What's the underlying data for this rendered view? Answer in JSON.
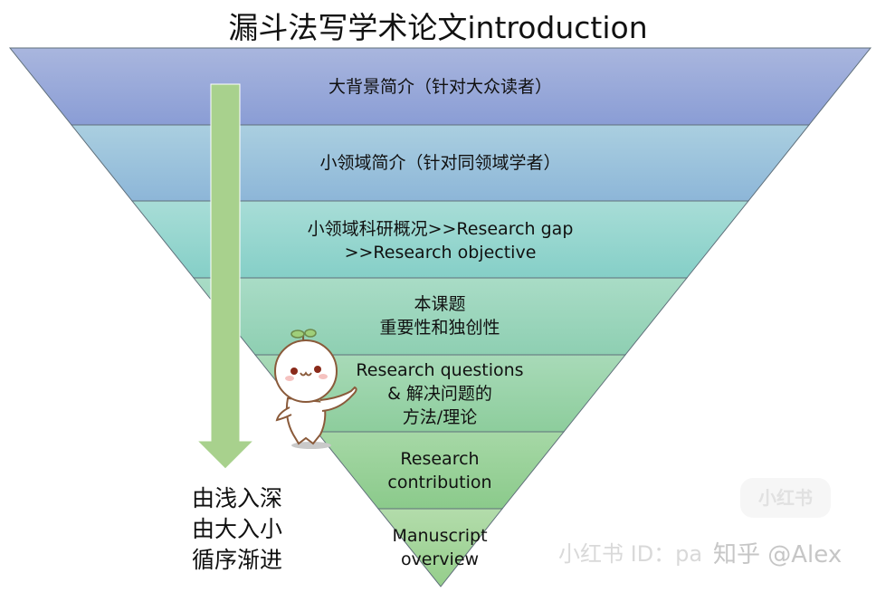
{
  "title": "漏斗法写学术论文introduction",
  "funnel": {
    "levels": [
      {
        "lines": [
          "大背景简介（针对大众读者）"
        ],
        "color_top": "#a7b4de",
        "color_bottom": "#8a9fd6"
      },
      {
        "lines": [
          "小领域简介（针对同领域学者）"
        ],
        "color_top": "#a9cde0",
        "color_bottom": "#8eb7d8"
      },
      {
        "lines": [
          "小领域科研概况>>Research gap",
          ">>Research objective"
        ],
        "color_top": "#a7dcd6",
        "color_bottom": "#86d0c8"
      },
      {
        "lines": [
          "本课题",
          "重要性和独创性"
        ],
        "color_top": "#a8dcc6",
        "color_bottom": "#8fd0b4"
      },
      {
        "lines": [
          "Research questions",
          "& 解决问题的",
          "方法/理论"
        ],
        "color_top": "#a8dab8",
        "color_bottom": "#8fcf9e"
      },
      {
        "lines": [
          "Research",
          "contribution"
        ],
        "color_top": "#a5d8a6",
        "color_bottom": "#8ccb8c"
      },
      {
        "lines": [
          "Manuscript",
          "overview"
        ],
        "color_top": "#b2dcaa",
        "color_bottom": "#96cf8c"
      }
    ]
  },
  "arrow": {
    "color": "#a9d18e"
  },
  "side_text": [
    "由浅入深",
    "由大入小",
    "循序渐进"
  ],
  "watermark": {
    "badge": "小红书",
    "id_text": "小红书 ID：pa",
    "zhihu": "知乎 @Alex"
  }
}
